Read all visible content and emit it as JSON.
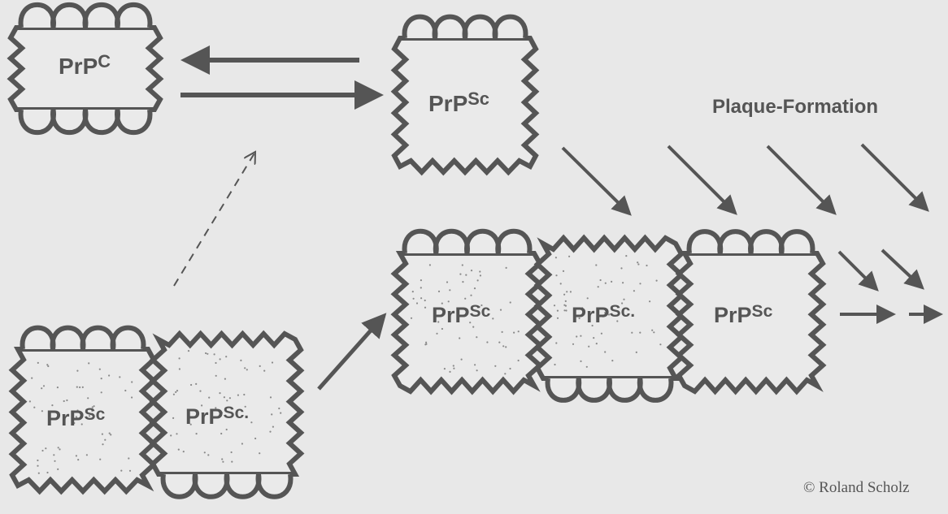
{
  "colors": {
    "background": "#e8e8e8",
    "ink": "#555555",
    "fill": "#eaeaea",
    "stipple": "#8a8a8a"
  },
  "labels": {
    "prpc": {
      "base": "PrP",
      "sup": "C"
    },
    "prpsc_1": {
      "base": "PrP",
      "sup": "Sc"
    },
    "prpsc_2": {
      "base": "PrP",
      "sup": "Sc"
    },
    "prpsc_3": {
      "base": "PrP",
      "sup": "Sc."
    },
    "prpsc_4": {
      "base": "PrP",
      "sup": "Sc"
    },
    "prpsc_5": {
      "base": "PrP",
      "sup": "Sc."
    },
    "prpsc_6": {
      "base": "PrP",
      "sup": "Sc"
    }
  },
  "plaque_label": "Plaque-Formation",
  "copyright": "© Roland Scholz"
}
